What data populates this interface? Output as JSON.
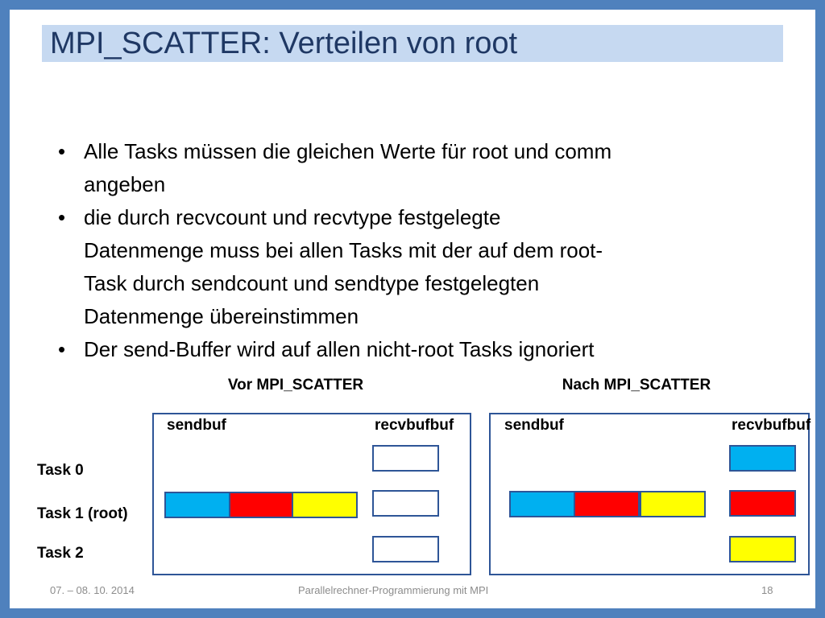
{
  "slide": {
    "title": "MPI_SCATTER: Verteilen von root",
    "bullets": [
      {
        "text": "Alle Tasks müssen die gleichen Werte für root und comm angeben",
        "lines": [
          "Alle Tasks müssen die gleichen Werte für root und comm",
          "angeben"
        ]
      },
      {
        "text": "die durch recvcount und recvtype festgelegte Datenmenge muss bei allen Tasks mit der auf dem root-Task durch sendcount und sendtype festgelegten Datenmenge übereinstimmen",
        "lines": [
          "die durch recvcount und recvtype festgelegte",
          "Datenmenge muss bei allen Tasks mit der auf dem root-",
          "Task durch sendcount und sendtype festgelegten",
          "Datenmenge übereinstimmen"
        ]
      },
      {
        "text": "Der send-Buffer wird auf allen nicht-root Tasks ignoriert",
        "lines": [
          "Der send-Buffer wird auf allen nicht-root Tasks ignoriert"
        ]
      }
    ],
    "bullet_symbol": "•"
  },
  "diagram": {
    "before_label": "Vor MPI_SCATTER",
    "after_label": "Nach MPI_SCATTER",
    "sendbuf_label": "sendbuf",
    "recvbuf_label": "recvbufbuf",
    "tasks": [
      "Task 0",
      "Task 1 (root)",
      "Task 2"
    ],
    "colors": {
      "blue": "#00b0f0",
      "red": "#ff0000",
      "yellow": "#ffff00",
      "border": "#2e5597",
      "empty": "#ffffff"
    },
    "before_recv": [
      "empty",
      "empty",
      "empty"
    ],
    "after_recv": [
      "blue",
      "red",
      "yellow"
    ],
    "root_sendbuf": [
      "blue",
      "red",
      "yellow"
    ]
  },
  "footer": {
    "date": "07. – 08. 10. 2014",
    "course": "Parallelrechner-Programmierung mit MPI",
    "page": "18"
  }
}
